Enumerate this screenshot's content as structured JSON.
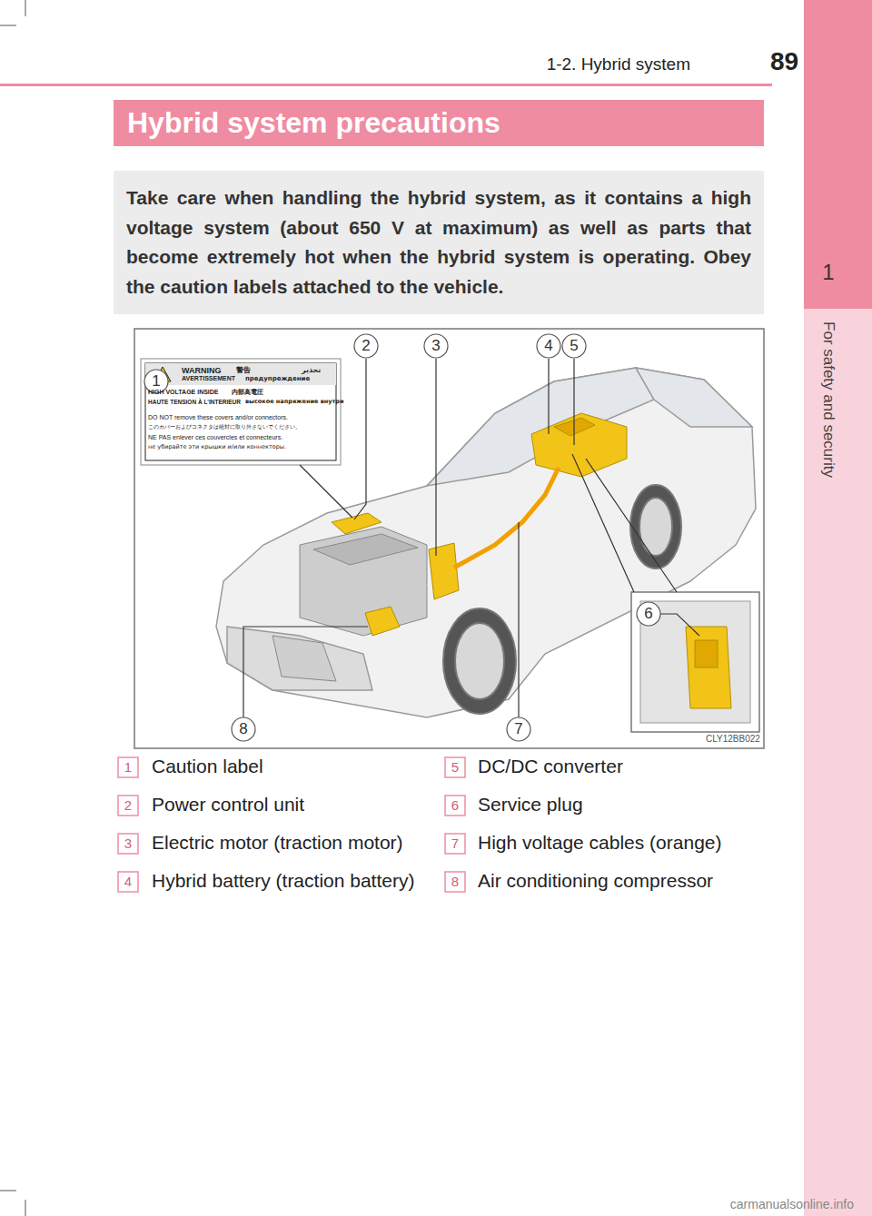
{
  "diagram": {
    "title": "Hybrid system precautions",
    "nodes": [
      {
        "text": [
          "Take care when handling the hybrid system, as it contains a high voltage system (about 650 V at maximum) as well as parts that become extremely hot when the hybrid system is operating. Obey the caution labels attached to the vehicle."
        ]
      },
      {
        "text": [
          "WARNING",
          "警告",
          "تحذير",
          "AVERTISSEMENT",
          "предупреждение",
          "HIGH VOLTAGE INSIDE",
          "内部高電圧",
          "HAUTE TENSION À L'INTERIEUR",
          "высокое напряжение внутри",
          "DO NOT remove these covers and/or connectors.",
          "このカバーおよびコネクタは絶対に取り外さないでください。",
          "NE PAS enlever ces couvercles et connecteurs.",
          "не убирайте эти крышки и/или коннекторы."
        ]
      }
    ],
    "labels": [
      "89",
      "1-2. Hybrid system",
      "1",
      "For safety and security",
      "1",
      "2",
      "3",
      "4",
      "5",
      "6",
      "8",
      "7",
      "CLY12BB022",
      "1",
      "Caution label",
      "2",
      "Power control unit",
      "3",
      "Electric motor (traction motor)",
      "4",
      "Hybrid battery (traction battery)",
      "5",
      "DC/DC converter",
      "6",
      "Service plug",
      "7",
      "High voltage cables (orange)",
      "8",
      "Air conditioning compressor",
      "carmanualsonline.info"
    ]
  }
}
